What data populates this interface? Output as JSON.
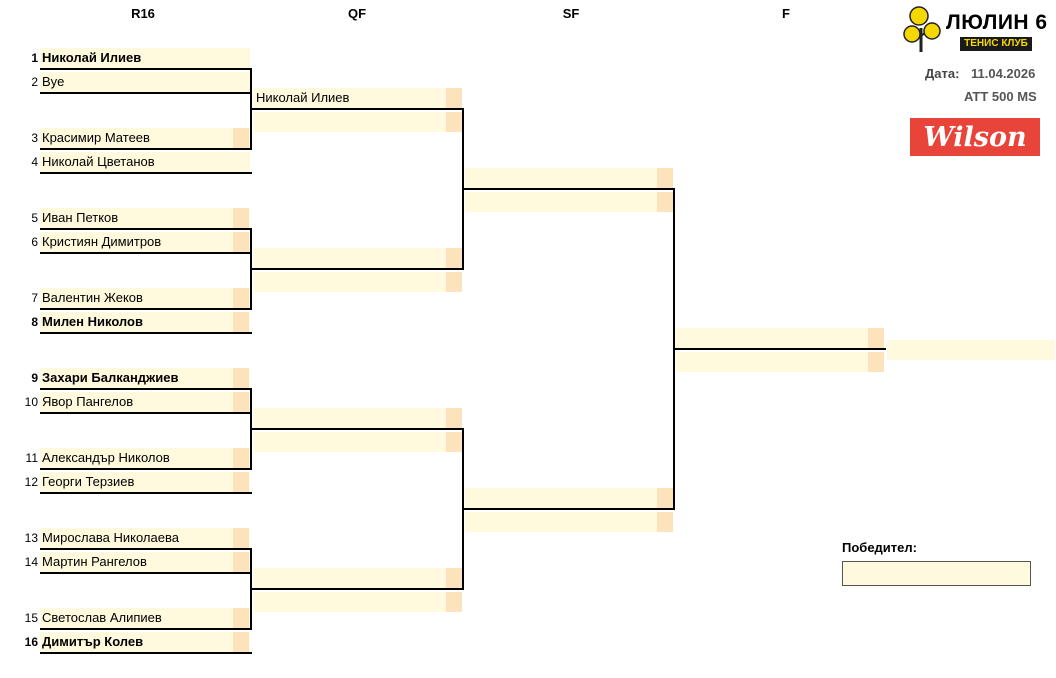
{
  "rounds": [
    "R16",
    "QF",
    "SF",
    "F"
  ],
  "r16": [
    {
      "seed": "1",
      "name": "Николай Илиев"
    },
    {
      "seed": "2",
      "name": "Bye"
    },
    {
      "seed": "3",
      "name": "Красимир Матеев"
    },
    {
      "seed": "4",
      "name": "Николай Цветанов"
    },
    {
      "seed": "5",
      "name": "Иван Петков"
    },
    {
      "seed": "6",
      "name": "Кристиян Димитров"
    },
    {
      "seed": "7",
      "name": "Валентин Жеков"
    },
    {
      "seed": "8",
      "name": "Милен Николов"
    },
    {
      "seed": "9",
      "name": "Захари Балканджиев"
    },
    {
      "seed": "10",
      "name": "Явор Пангелов"
    },
    {
      "seed": "11",
      "name": "Александър Николов"
    },
    {
      "seed": "12",
      "name": "Георги Терзиев"
    },
    {
      "seed": "13",
      "name": "Мирослава Николаева"
    },
    {
      "seed": "14",
      "name": "Мартин Рангелов"
    },
    {
      "seed": "15",
      "name": "Светослав Алипиев"
    },
    {
      "seed": "16",
      "name": "Димитър Колев"
    }
  ],
  "qf": [
    "Николай Илиев",
    "",
    "",
    "",
    "",
    "",
    "",
    ""
  ],
  "sf": [
    "",
    "",
    "",
    ""
  ],
  "final": [
    "",
    ""
  ],
  "champion": "",
  "club": {
    "name": "ЛЮЛИН 6",
    "subtitle": "ТЕНИС КЛУБ"
  },
  "date_label": "Дата:",
  "date_value": "11.04.2026",
  "tournament": "ATT 500 MS",
  "sponsor": "Wilson",
  "winner_label": "Победител:",
  "colors": {
    "name_cell": "#fff9dd",
    "score_cell": "#fde3bc",
    "sponsor_bg": "#e8443a",
    "logo_yellow": "#f5d800"
  }
}
